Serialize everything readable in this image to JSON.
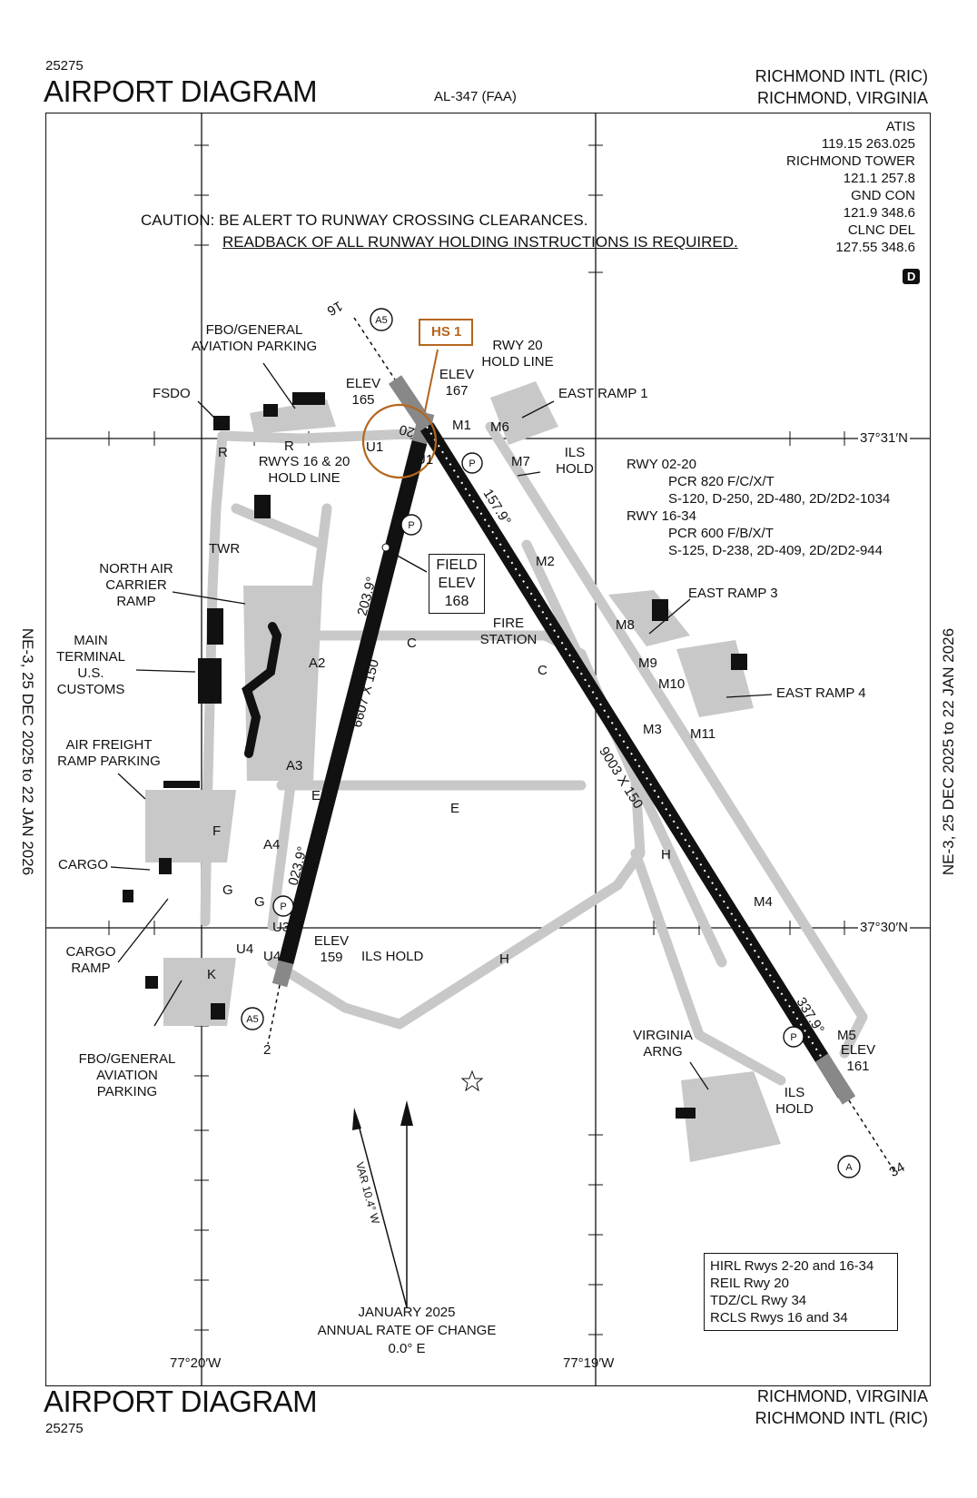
{
  "header": {
    "procedure_number": "25275",
    "title": "AIRPORT DIAGRAM",
    "chart_id": "AL-347 (FAA)",
    "airport_name": "RICHMOND INTL (RIC)",
    "city_state": "RICHMOND, VIRGINIA"
  },
  "footer": {
    "title": "AIRPORT DIAGRAM",
    "procedure_number": "25275",
    "city_state": "RICHMOND, VIRGINIA",
    "airport_name": "RICHMOND INTL (RIC)"
  },
  "side_labels": {
    "left": "NE-3, 25 DEC 2025 to 22 JAN 2026",
    "right": "NE-3, 25 DEC 2025 to 22 JAN 2026"
  },
  "frequencies": {
    "atis_label": "ATIS",
    "atis_freq": "119.15 263.025",
    "tower_label": "RICHMOND TOWER",
    "tower_freq": "121.1 257.8",
    "gnd_label": "GND CON",
    "gnd_freq": "121.9 348.6",
    "clnc_label": "CLNC DEL",
    "clnc_freq": "127.55 348.6",
    "d_badge": "D"
  },
  "caution": {
    "line1": "CAUTION: BE ALERT TO RUNWAY CROSSING CLEARANCES.",
    "line2": "READBACK OF ALL RUNWAY HOLDING INSTRUCTIONS IS REQUIRED."
  },
  "runway_info": {
    "rwy1": "RWY 02-20",
    "rwy1_pcr": "PCR 820 F/C/X/T",
    "rwy1_wt": "S-120, D-250, 2D-480, 2D/2D2-1034",
    "rwy2": "RWY 16-34",
    "rwy2_pcr": "PCR 600 F/B/X/T",
    "rwy2_wt": "S-125, D-238, 2D-409, 2D/2D2-944"
  },
  "lighting": {
    "line1": "HIRL Rwys 2-20 and 16-34",
    "line2": "REIL Rwy 20",
    "line3": "TDZ/CL Rwy 34",
    "line4": "RCLS Rwys 16 and 34"
  },
  "coords": {
    "lat1": "37°31′N",
    "lat2": "37°30′N",
    "lon1": "77°20′W",
    "lon2": "77°19′W"
  },
  "variation": {
    "var": "VAR 10.4° W",
    "rate_line1": "JANUARY 2025",
    "rate_line2": "ANNUAL RATE OF CHANGE",
    "rate_line3": "0.0° E"
  },
  "labels": {
    "hs1": "HS 1",
    "fbo_top": "FBO/GENERAL AVIATION PARKING",
    "fsdo": "FSDO",
    "twr": "TWR",
    "north_air": "NORTH AIR CARRIER RAMP",
    "main_terminal": "MAIN TERMINAL U.S. CUSTOMS",
    "air_freight": "AIR FREIGHT RAMP PARKING",
    "cargo": "CARGO",
    "cargo_ramp": "CARGO RAMP",
    "fbo_bottom": "FBO/GENERAL AVIATION PARKING",
    "elev165": "ELEV 165",
    "elev167": "ELEV 167",
    "elev159": "ELEV 159",
    "elev161": "ELEV 161",
    "rwy20_hold": "RWY 20 HOLD LINE",
    "rwys_hold": "RWYS 16 & 20 HOLD LINE",
    "east_ramp1": "EAST RAMP 1",
    "east_ramp3": "EAST RAMP 3",
    "east_ramp4": "EAST RAMP 4",
    "ils_hold": "ILS HOLD",
    "field_elev": "FIELD ELEV 168",
    "fire_station": "FIRE STATION",
    "virginia_arng": "VIRGINIA ARNG",
    "rwy02_dims": "6607 X 150",
    "rwy16_dims": "9003 X 150",
    "hdg_203": "203.9°",
    "hdg_023": "023.9°",
    "hdg_157": "157.9°",
    "hdg_337": "337.9°",
    "rwy_2": "2",
    "rwy_20": "20",
    "rwy_16": "16",
    "rwy_34": "34"
  },
  "colors": {
    "ink": "#111111",
    "pavement": "#c8c8c8",
    "hot_spot": "#b5651d"
  }
}
